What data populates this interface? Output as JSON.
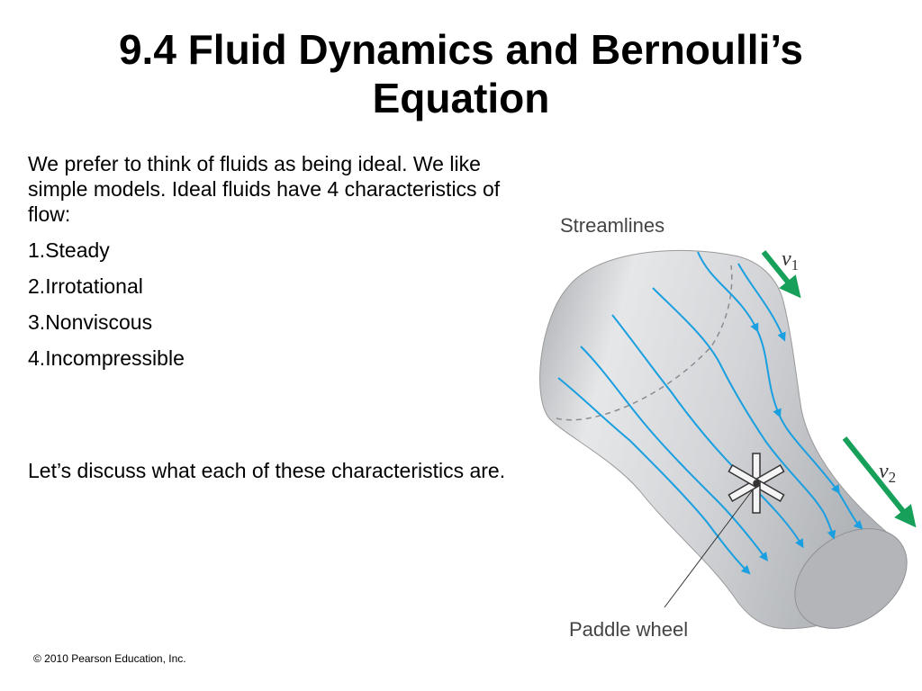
{
  "slide": {
    "title_line1": "9.4 Fluid Dynamics and Bernoulli’s",
    "title_line2": "Equation",
    "intro": "We prefer to think of fluids as being ideal. We like simple models. Ideal fluids have 4 characteristics of flow:",
    "characteristics": [
      {
        "number": "1.",
        "label": "Steady"
      },
      {
        "number": "2.",
        "label": "Irrotational"
      },
      {
        "number": "3.",
        "label": "Nonviscous"
      },
      {
        "number": "4.",
        "label": "Incompressible"
      }
    ],
    "closing": "Let’s discuss what each of these characteristics are.",
    "copyright": "© 2010 Pearson Education, Inc."
  },
  "figure": {
    "streamlines_label": "Streamlines",
    "paddle_wheel_label": "Paddle wheel",
    "v1_symbol": "v",
    "v1_subscript": "1",
    "v2_symbol": "v",
    "v2_subscript": "2",
    "colors": {
      "streamline": "#1a9fe0",
      "velocity_arrow": "#17a05a",
      "tube": "#c8cacd"
    }
  }
}
